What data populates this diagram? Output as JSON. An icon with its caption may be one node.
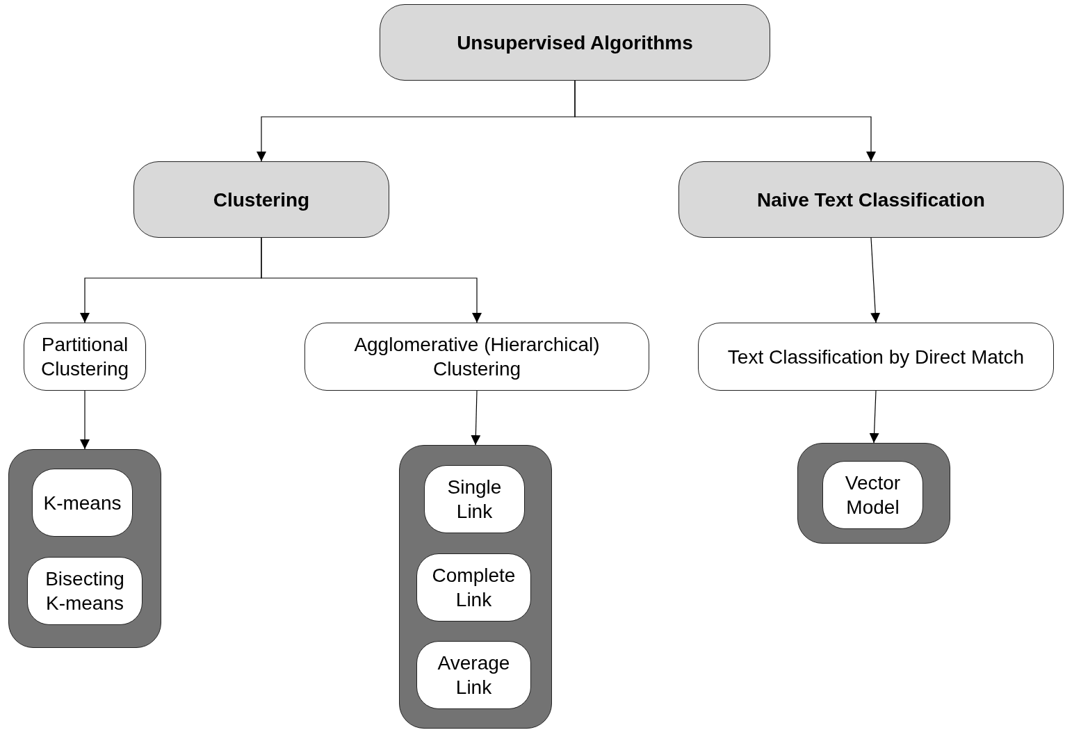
{
  "diagram": {
    "nodes": [
      {
        "text": [
          "Unsupervised Algorithms"
        ]
      },
      {
        "text": [
          "Clustering"
        ]
      },
      {
        "text": [
          "Naive Text Classification"
        ]
      },
      {
        "text": [
          "Partitional Clustering"
        ]
      },
      {
        "text": [
          "Agglomerative (Hierarchical) Clustering"
        ]
      },
      {
        "text": [
          "Text Classification by Direct Match"
        ]
      },
      {
        "text": [],
        "shape": "box"
      },
      {
        "text": [
          "K-means"
        ],
        "in": 6
      },
      {
        "text": [
          "Bisecting K-means"
        ],
        "in": 6
      },
      {
        "text": [],
        "shape": "box"
      },
      {
        "text": [
          "Single Link"
        ],
        "in": 9
      },
      {
        "text": [
          "Complete Link"
        ],
        "in": 9
      },
      {
        "text": [
          "Average Link"
        ],
        "in": 9
      },
      {
        "text": [],
        "shape": "box"
      },
      {
        "text": [
          "Vector Model"
        ],
        "in": 13
      }
    ],
    "edges": [
      {
        "from": 0,
        "to": 1,
        "arrow": "to"
      },
      {
        "from": 0,
        "to": 2,
        "arrow": "to"
      },
      {
        "from": 1,
        "to": 3,
        "arrow": "to"
      },
      {
        "from": 1,
        "to": 4,
        "arrow": "to"
      },
      {
        "from": 2,
        "to": 5,
        "arrow": "to"
      },
      {
        "from": 3,
        "to": 6,
        "arrow": "to"
      },
      {
        "from": 4,
        "to": 9,
        "arrow": "to"
      },
      {
        "from": 5,
        "to": 13,
        "arrow": "to"
      }
    ]
  }
}
